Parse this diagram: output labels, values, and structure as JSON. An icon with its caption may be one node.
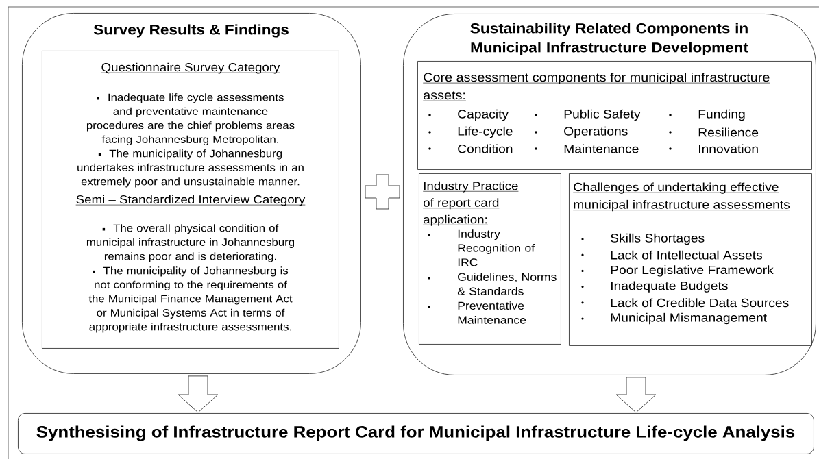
{
  "diagram": {
    "nodes": [
      {
        "text": [
          "Survey Results & Findings"
        ]
      },
      {
        "text": [
          "Questionnaire Survey Category",
          "Inadequate life cycle assessments and preventative maintenance procedures are the chief problems areas facing Johannesburg Metropolitan.",
          "The municipality of Johannesburg undertakes infrastructure assessments in an extremely poor and unsustainable manner.",
          "Semi – Standardized Interview Category",
          "The overall physical condition of municipal infrastructure in Johannesburg remains poor and is deteriorating.",
          "The municipality of Johannesburg is not conforming to the requirements of the Municipal Finance Management Act or Municipal Systems Act in terms of appropriate infrastructure assessments."
        ],
        "in": 0
      },
      {
        "text": [
          "Sustainability Related Components in Municipal Infrastructure Development"
        ]
      },
      {
        "text": [
          "Core assessment components for municipal infrastructure assets:",
          "Capacity",
          "Public Safety",
          "Funding",
          "Life-cycle",
          "Operations",
          "Resilience",
          "Condition",
          "Maintenance",
          "Innovation"
        ],
        "in": 2
      },
      {
        "text": [
          "Industry Practice of report card application:",
          "Industry Recognition of IRC",
          "Guidelines, Norms & Standards",
          "Preventative Maintenance"
        ],
        "in": 2
      },
      {
        "text": [
          "Challenges of undertaking effective municipal infrastructure assessments",
          "Skills Shortages",
          "Lack of Intellectual Assets",
          "Poor Legislative Framework",
          "Inadequate Budgets",
          "Lack of Credible Data Sources",
          "Municipal Mismanagement"
        ],
        "in": 2
      },
      {
        "text": [
          "Synthesising of Infrastructure Report Card for Municipal Infrastructure Life-cycle Analysis"
        ]
      }
    ],
    "edges": [
      {
        "from": 0,
        "to": 6,
        "arrow": "to"
      },
      {
        "from": 2,
        "to": 6,
        "arrow": "to"
      }
    ]
  }
}
